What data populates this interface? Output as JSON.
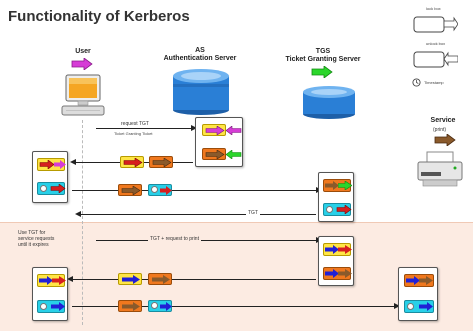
{
  "title": "Functionality of Kerberos",
  "actors": {
    "user": "User",
    "as_line1": "AS",
    "as_line2": "Authentication Server",
    "tgs_line1": "TGS",
    "tgs_line2": "Ticket Granting Server",
    "service_line1": "Service",
    "service_line2": "(print)"
  },
  "legend": {
    "lock_box": "lock box",
    "unlock_box": "unlock box",
    "timestamp": "Timestamp"
  },
  "messages": {
    "request_tgt": "request TGT",
    "request_tgt_sub": "Ticket Granting Ticket",
    "tgt": "TGT",
    "tgt_request_print": "TGT + request to print"
  },
  "note": {
    "line1": "Use TGT for",
    "line2": "service requests",
    "line3": "until it expires"
  },
  "colors": {
    "magenta": "#d63cd6",
    "green": "#2bd62b",
    "red": "#d61e1e",
    "brown": "#8a5a2b",
    "blue": "#2020d6",
    "yellow": "#ffe545",
    "orange": "#f0781e",
    "cyan": "#28d0e8",
    "lane": "#fcebe2",
    "server": "#2a7fd6"
  }
}
